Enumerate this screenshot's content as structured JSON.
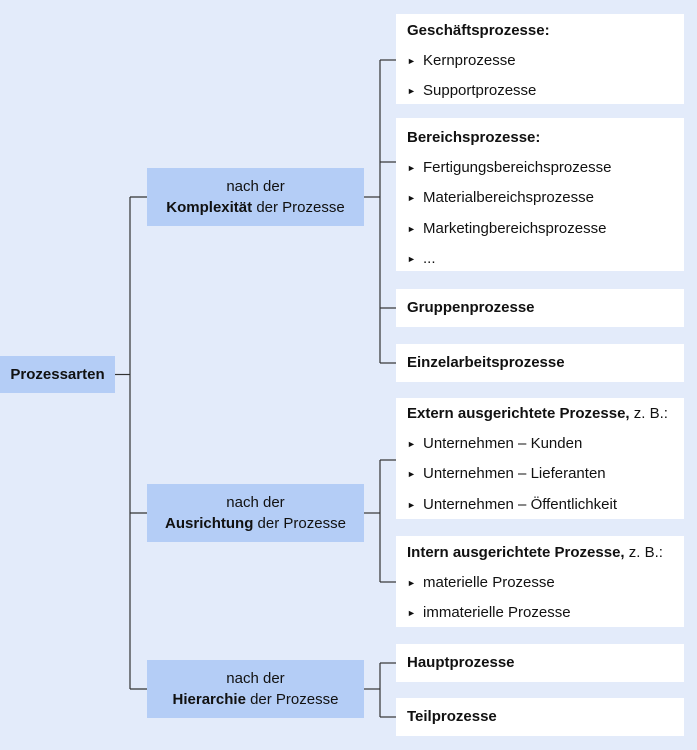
{
  "root": {
    "label": "Prozessarten"
  },
  "categories": [
    {
      "pre": "nach der",
      "bold": "Komplexität",
      "post": " der Prozesse",
      "groups": [
        {
          "title": "Geschäftsprozesse:",
          "title_suffix": "",
          "items": [
            "Kernprozesse",
            "Supportprozesse"
          ]
        },
        {
          "title": "Bereichsprozesse:",
          "title_suffix": "",
          "items": [
            "Fertigungsbereichsprozesse",
            "Materialbereichsprozesse",
            "Marketingbereichsprozesse",
            "..."
          ]
        },
        {
          "title": "Gruppenprozesse",
          "title_suffix": "",
          "items": []
        },
        {
          "title": "Einzelarbeitsprozesse",
          "title_suffix": "",
          "items": []
        }
      ]
    },
    {
      "pre": "nach der",
      "bold": "Ausrichtung",
      "post": " der Prozesse",
      "groups": [
        {
          "title": "Extern ausgerichtete Prozesse,",
          "title_suffix": " z. B.:",
          "items": [
            "Unternehmen – Kunden",
            "Unternehmen – Lieferanten",
            "Unternehmen – Öffentlichkeit"
          ]
        },
        {
          "title": "Intern ausgerichtete Prozesse,",
          "title_suffix": " z. B.:",
          "items": [
            "materielle Prozesse",
            "immaterielle Prozesse"
          ]
        }
      ]
    },
    {
      "pre": "nach der",
      "bold": "Hierarchie",
      "post": " der Prozesse",
      "groups": [
        {
          "title": "Hauptprozesse",
          "title_suffix": "",
          "items": []
        },
        {
          "title": "Teilprozesse",
          "title_suffix": "",
          "items": []
        }
      ]
    }
  ],
  "bullet_glyph": "►",
  "colors": {
    "background": "#e3ebfa",
    "node": "#b4cdf6",
    "box": "#ffffff",
    "line": "#333333"
  }
}
